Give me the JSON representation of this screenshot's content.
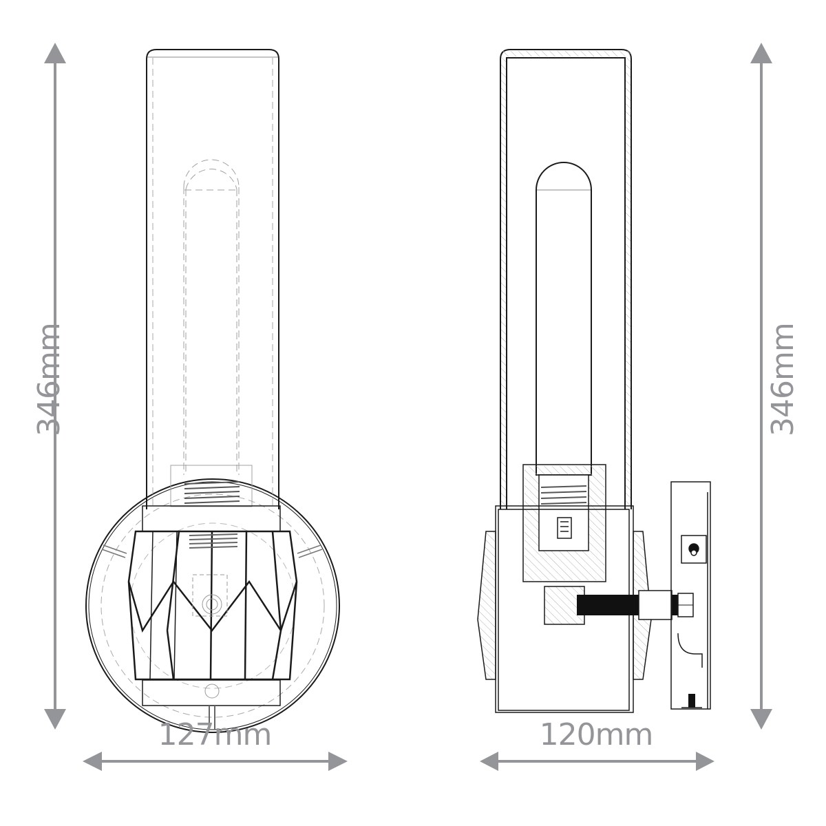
{
  "drawing": {
    "type": "technical-dimension-drawing",
    "subject": "wall light fixture",
    "views": [
      {
        "name": "front-view",
        "width_label": "127mm",
        "height_label": "346mm"
      },
      {
        "name": "side-view",
        "width_label": "120mm",
        "height_label": "346mm"
      }
    ]
  },
  "dimensions": {
    "front_height": "346mm",
    "front_width": "127mm",
    "side_height": "346mm",
    "side_width": "120mm"
  },
  "colors": {
    "dimension_gray": "#939598",
    "line_black": "#1a1a1a",
    "hidden_line_gray": "#9a9a9a",
    "background": "#ffffff"
  }
}
